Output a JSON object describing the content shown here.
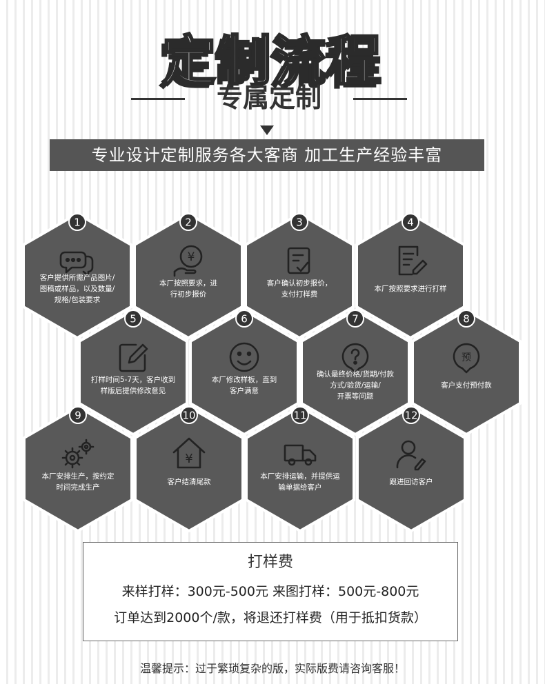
{
  "header": {
    "title": "定制流程",
    "subtitle": "专属定制",
    "banner": "专业设计定制服务各大客商 加工生产经验丰富"
  },
  "colors": {
    "hex_fill": "#595959",
    "banner_bg": "#555555",
    "text_dark": "#333333"
  },
  "steps": [
    {
      "num": "1",
      "icon": "chat-bubble-icon",
      "lines": [
        "客户提供所需产品图片/",
        "图稿或样品，以及数量/",
        "规格/包装要求"
      ]
    },
    {
      "num": "2",
      "icon": "yen-coin-hand-icon",
      "lines": [
        "本厂按照要求，进",
        "行初步报价"
      ]
    },
    {
      "num": "3",
      "icon": "checklist-icon",
      "lines": [
        "客户确认初步报价，",
        "支付打样费"
      ]
    },
    {
      "num": "4",
      "icon": "document-edit-icon",
      "lines": [
        "本厂按照要求进行打样"
      ]
    },
    {
      "num": "5",
      "icon": "pencil-square-icon",
      "lines": [
        "打样时间5-7天，客户收到",
        "样版后提供修改意见"
      ]
    },
    {
      "num": "6",
      "icon": "smile-face-icon",
      "lines": [
        "本厂修改样板，直到",
        "客户满意"
      ]
    },
    {
      "num": "7",
      "icon": "question-pin-icon",
      "lines": [
        "确认最终价格/货期/付款",
        "方式/验货/运输/",
        "开票等问题"
      ]
    },
    {
      "num": "8",
      "icon": "prepay-pin-icon",
      "lines": [
        "客户支付预付款"
      ]
    },
    {
      "num": "9",
      "icon": "gears-icon",
      "lines": [
        "本厂安排生产，按约定",
        "时间完成生产"
      ]
    },
    {
      "num": "10",
      "icon": "yen-house-icon",
      "lines": [
        "客户结清尾款"
      ]
    },
    {
      "num": "11",
      "icon": "delivery-truck-icon",
      "lines": [
        "本厂安排运输，并提供运",
        "输单据给客户"
      ]
    },
    {
      "num": "12",
      "icon": "user-pen-icon",
      "lines": [
        "跟进回访客户"
      ]
    }
  ],
  "prepay_char": "预",
  "yen_char": "¥",
  "sample_fee": {
    "title": "打样费",
    "line1": "来样打样：300元-500元 来图打样：500元-800元",
    "line2": "订单达到2000个/款，将退还打样费（用于抵扣货款）"
  },
  "footer": {
    "note": "温馨提示：过于繁琐复杂的版，实际版费请咨询客服！"
  }
}
